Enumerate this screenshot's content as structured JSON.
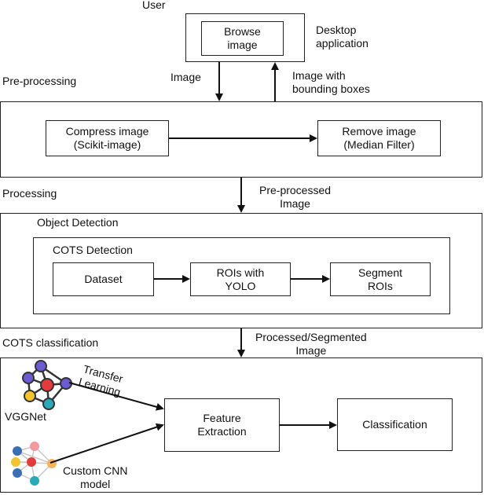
{
  "user_label": "User",
  "desktop_app": {
    "line1": "Desktop",
    "line2": "application"
  },
  "browse_image": {
    "line1": "Browse",
    "line2": "image"
  },
  "flow_labels": {
    "image": "Image",
    "image_with_bb": {
      "line1": "Image with",
      "line2": "bounding boxes"
    },
    "preprocessed": {
      "line1": "Pre-processed",
      "line2": "Image"
    },
    "processed_segmented": {
      "line1": "Processed/Segmented",
      "line2": "Image"
    }
  },
  "sections": {
    "preprocessing": "Pre-processing",
    "processing": "Processing",
    "object_detection": "Object Detection",
    "cots_detection": "COTS Detection",
    "cots_classification": "COTS classification"
  },
  "nodes": {
    "compress": {
      "line1": "Compress image",
      "line2": "(Scikit-image)"
    },
    "remove": {
      "line1": "Remove image",
      "line2": "(Median Filter)"
    },
    "dataset": "Dataset",
    "rois_yolo": {
      "line1": "ROIs with",
      "line2": "YOLO"
    },
    "segment_rois": {
      "line1": "Segment",
      "line2": "ROIs"
    },
    "feature_extraction": {
      "line1": "Feature",
      "line2": "Extraction"
    },
    "classification": "Classification"
  },
  "models": {
    "vggnet": "VGGNet",
    "transfer_learning": {
      "line1": "Transfer",
      "line2": "Learning"
    },
    "custom_cnn": {
      "line1": "Custom CNN",
      "line2": "model"
    }
  },
  "colors": {
    "node_purple": "#6b5bd1",
    "node_red": "#e23b3b",
    "node_yellow": "#f4c430",
    "node_teal": "#2aa9b8",
    "node_pink": "#f29aa0",
    "node_blue": "#3a6fb3",
    "node_orange": "#f6b45a"
  }
}
